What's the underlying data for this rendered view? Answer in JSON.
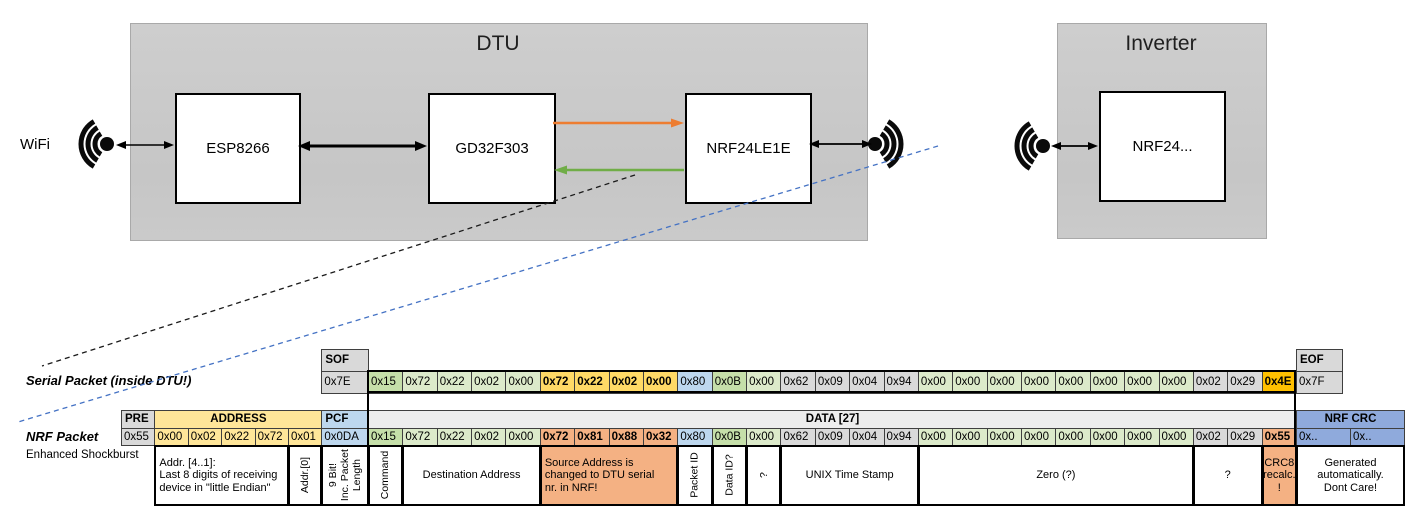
{
  "colors": {
    "gray": "#D9D9D9",
    "light_gray": "#EDEDED",
    "green": "#DCEACA",
    "green_dark": "#C5DFA9",
    "gold": "#FFD966",
    "amber": "#FFC000",
    "blue": "#BDD7EE",
    "blue_med": "#8FAADC",
    "salmon": "#F4B183",
    "yellow": "#FFE699",
    "white": "#FFFFFF",
    "orange_arrow": "#ED7D31",
    "green_arrow": "#70AD47",
    "blue_dash": "#4472C4",
    "black": "#1a1a1a"
  },
  "diagram": {
    "wifi_label": "WiFi",
    "dtu": {
      "title": "DTU",
      "chips": [
        "ESP8266",
        "GD32F303",
        "NRF24LE1E"
      ]
    },
    "inverter": {
      "title": "Inverter",
      "chip": "NRF24..."
    }
  },
  "serial_packet": {
    "label": "Serial Packet (inside DTU!)",
    "sof": {
      "header": "SOF",
      "value": "0x7E"
    },
    "eof": {
      "header": "EOF",
      "value": "0x7F"
    },
    "bytes": [
      {
        "v": "0x15",
        "c": "green_dark"
      },
      {
        "v": "0x72",
        "c": "green"
      },
      {
        "v": "0x22",
        "c": "green"
      },
      {
        "v": "0x02",
        "c": "green"
      },
      {
        "v": "0x00",
        "c": "green"
      },
      {
        "v": "0x72",
        "c": "gold",
        "b": true
      },
      {
        "v": "0x22",
        "c": "gold",
        "b": true
      },
      {
        "v": "0x02",
        "c": "gold",
        "b": true
      },
      {
        "v": "0x00",
        "c": "gold",
        "b": true
      },
      {
        "v": "0x80",
        "c": "blue"
      },
      {
        "v": "0x0B",
        "c": "green_dark"
      },
      {
        "v": "0x00",
        "c": "green"
      },
      {
        "v": "0x62",
        "c": "gray"
      },
      {
        "v": "0x09",
        "c": "gray"
      },
      {
        "v": "0x04",
        "c": "gray"
      },
      {
        "v": "0x94",
        "c": "gray"
      },
      {
        "v": "0x00",
        "c": "green"
      },
      {
        "v": "0x00",
        "c": "green"
      },
      {
        "v": "0x00",
        "c": "green"
      },
      {
        "v": "0x00",
        "c": "green"
      },
      {
        "v": "0x00",
        "c": "green"
      },
      {
        "v": "0x00",
        "c": "green"
      },
      {
        "v": "0x00",
        "c": "green"
      },
      {
        "v": "0x00",
        "c": "green"
      },
      {
        "v": "0x02",
        "c": "gray"
      },
      {
        "v": "0x29",
        "c": "gray"
      },
      {
        "v": "0x4E",
        "c": "amber",
        "b": true
      }
    ]
  },
  "nrf_packet": {
    "label": "NRF Packet",
    "sublabel": "Enhanced Shockburst",
    "pre": {
      "header": "PRE",
      "value": "0x55"
    },
    "address": {
      "header": "ADDRESS",
      "values": [
        "0x00",
        "0x02",
        "0x22",
        "0x72",
        "0x01"
      ]
    },
    "pcf": {
      "header": "PCF",
      "value": "0x0DA"
    },
    "data_header": "DATA [27]",
    "bytes": [
      {
        "v": "0x15",
        "c": "green_dark"
      },
      {
        "v": "0x72",
        "c": "green"
      },
      {
        "v": "0x22",
        "c": "green"
      },
      {
        "v": "0x02",
        "c": "green"
      },
      {
        "v": "0x00",
        "c": "green"
      },
      {
        "v": "0x72",
        "c": "salmon",
        "b": true
      },
      {
        "v": "0x81",
        "c": "salmon",
        "b": true
      },
      {
        "v": "0x88",
        "c": "salmon",
        "b": true
      },
      {
        "v": "0x32",
        "c": "salmon",
        "b": true
      },
      {
        "v": "0x80",
        "c": "blue"
      },
      {
        "v": "0x0B",
        "c": "green_dark"
      },
      {
        "v": "0x00",
        "c": "green"
      },
      {
        "v": "0x62",
        "c": "gray"
      },
      {
        "v": "0x09",
        "c": "gray"
      },
      {
        "v": "0x04",
        "c": "gray"
      },
      {
        "v": "0x94",
        "c": "gray"
      },
      {
        "v": "0x00",
        "c": "green"
      },
      {
        "v": "0x00",
        "c": "green"
      },
      {
        "v": "0x00",
        "c": "green"
      },
      {
        "v": "0x00",
        "c": "green"
      },
      {
        "v": "0x00",
        "c": "green"
      },
      {
        "v": "0x00",
        "c": "green"
      },
      {
        "v": "0x00",
        "c": "green"
      },
      {
        "v": "0x00",
        "c": "green"
      },
      {
        "v": "0x02",
        "c": "gray"
      },
      {
        "v": "0x29",
        "c": "gray"
      },
      {
        "v": "0x55",
        "c": "salmon",
        "b": true
      }
    ],
    "crc": {
      "header": "NRF CRC",
      "values": [
        "0x..",
        "0x.."
      ]
    }
  },
  "annotations": [
    {
      "text": "Addr. [4..1]:\nLast 8 digits of receiving\ndevice in \"little Endian\"",
      "col": 1,
      "span": 4,
      "bg": "white",
      "align": "left"
    },
    {
      "text": "Addr.[0]",
      "col": 5,
      "span": 1,
      "bg": "white",
      "vertical": true
    },
    {
      "text": "9 Bit!\nInc. Packet\nLength",
      "col": 6,
      "span": 1,
      "bg": "white",
      "vertical": true
    },
    {
      "text": "Command",
      "col": 7,
      "span": 1,
      "bg": "white",
      "vertical": true
    },
    {
      "text": "Destination Address",
      "col": 8,
      "span": 4,
      "bg": "white"
    },
    {
      "text": "Source Address is\nchanged to DTU serial\nnr. in NRF!",
      "col": 12,
      "span": 4,
      "bg": "salmon",
      "align": "left"
    },
    {
      "text": "Packet ID",
      "col": 16,
      "span": 1,
      "bg": "white",
      "vertical": true
    },
    {
      "text": "Data ID?",
      "col": 17,
      "span": 1,
      "bg": "white",
      "vertical": true
    },
    {
      "text": "?",
      "col": 18,
      "span": 1,
      "bg": "white",
      "vertical": true
    },
    {
      "text": "UNIX Time Stamp",
      "col": 19,
      "span": 4,
      "bg": "white"
    },
    {
      "text": "Zero (?)",
      "col": 23,
      "span": 8,
      "bg": "white"
    },
    {
      "text": "?",
      "col": 31,
      "span": 2,
      "bg": "white"
    },
    {
      "text": "CRC8\nrecalc.\n!",
      "col": 33,
      "span": 1,
      "bg": "salmon"
    },
    {
      "text": "Generated\nautomatically.\nDont Care!",
      "col": 34,
      "span": 2,
      "bg": "white"
    }
  ]
}
